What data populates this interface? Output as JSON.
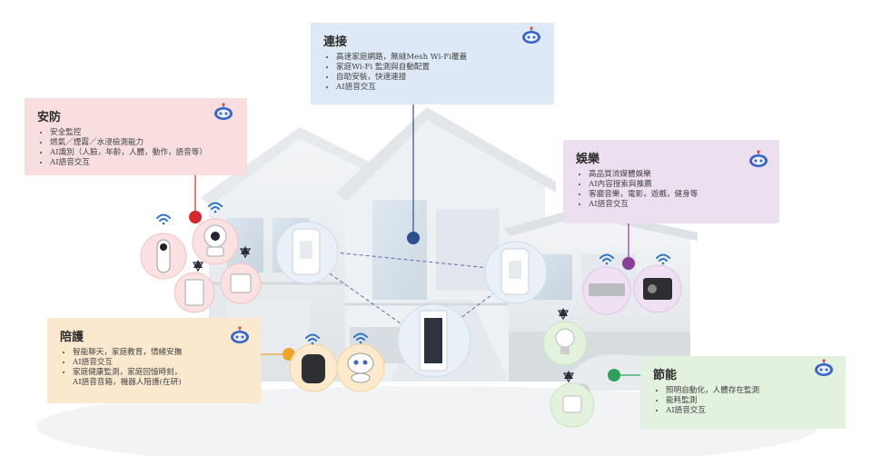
{
  "cards": {
    "connect": {
      "title": "連接",
      "items": [
        "高速家庭網路，無縫Mesh Wi-Fi覆蓋",
        "家庭Wi-Fi 監測與自動配置",
        "自助安裝，快速連接",
        "AI語音交互"
      ],
      "color": "#dde9f6"
    },
    "security": {
      "title": "安防",
      "items": [
        "安全監控",
        "燃氣／煙霧／水浸檢測能力",
        "AI識別（人臉，年齡，人體，動作，語音等）",
        "AI語音交互"
      ],
      "color": "#f8dede"
    },
    "entertainment": {
      "title": "娛樂",
      "items": [
        "高品質流媒體娛樂",
        "AI內容搜索與推薦",
        "客廳音樂，電影，遊戲，健身等",
        "AI語音交互"
      ],
      "color": "#ecdff0"
    },
    "companion": {
      "title": "陪護",
      "items": [
        "智能聊天，家庭教育，情緒安撫",
        "AI語音交互",
        "家庭健康監測，家庭回憶時刻，",
        "AI語音音箱，機器人陪護(在研)"
      ],
      "color": "#fbe9cf"
    },
    "energy": {
      "title": "節能",
      "items": [
        "照明自動化，人體存在監測",
        "能耗監測",
        "AI語音交互"
      ],
      "color": "#e3f1df"
    }
  },
  "colors": {
    "connect_dot": "#2d4f8f",
    "security_dot": "#d9282a",
    "entertainment_dot": "#8a3d9a",
    "companion_dot": "#f0a52a",
    "energy_dot": "#2ea05a"
  },
  "icons": [
    "robot-icon",
    "wifi-icon",
    "zigbee-icon",
    "router-icon",
    "camera-icon",
    "doorbell-icon",
    "smart-speaker-icon",
    "robot-companion-icon",
    "set-top-box-icon",
    "projector-icon",
    "smart-bulb-icon",
    "smart-plug-icon"
  ]
}
